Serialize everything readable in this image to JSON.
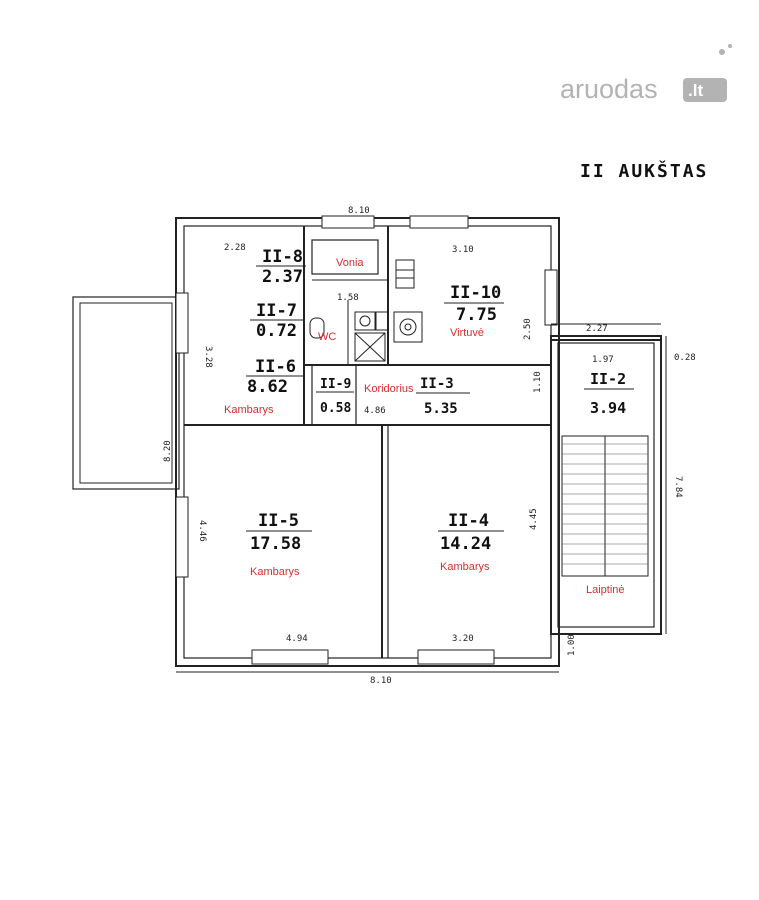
{
  "floor_title": "II AUKŠTAS",
  "watermark": {
    "brand": "aruodas",
    "tld": ".lt"
  },
  "rooms": [
    {
      "id": "II-8",
      "area": "2.37",
      "label": "Vonia"
    },
    {
      "id": "II-7",
      "area": "0.72",
      "label": "WC"
    },
    {
      "id": "II-6",
      "area": "8.62",
      "label": "Kambarys"
    },
    {
      "id": "II-9",
      "area": "0.58",
      "label": ""
    },
    {
      "id": "II-3",
      "area": "5.35",
      "label": "Koridorius"
    },
    {
      "id": "II-10",
      "area": "7.75",
      "label": "Virtuvė"
    },
    {
      "id": "II-2",
      "area": "3.94",
      "label": ""
    },
    {
      "id": "II-5",
      "area": "17.58",
      "label": "Kambarys"
    },
    {
      "id": "II-4",
      "area": "14.24",
      "label": "Kambarys"
    }
  ],
  "stairwell_label": "Laiptinė",
  "dimensions": {
    "top_width": "8.10",
    "bottom_width": "8.10",
    "left_height": "8.20",
    "d_228": "2.28",
    "d_310": "3.10",
    "d_158": "1.58",
    "d_250": "2.50",
    "d_327": "3.28",
    "d_486": "4.86",
    "d_110": "1.10",
    "d_446": "4.46",
    "d_445": "4.45",
    "d_484": "4.94",
    "d_320": "3.20",
    "d_227": "2.27",
    "d_197": "1.97",
    "d_028": "0.28",
    "d_784": "7.84",
    "d_100": "1.00"
  }
}
